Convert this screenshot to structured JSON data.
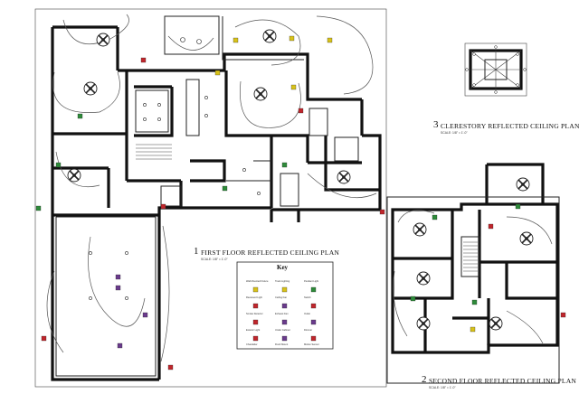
{
  "titles": {
    "first_floor": {
      "number": "1",
      "text": "FIRST FLOOR REFLECTED CEILING PLAN",
      "scale": "SCALE: 1/8\" = 1'-0\""
    },
    "second_floor": {
      "number": "2",
      "text": "SECOND FLOOR REFLECTED CEILING PLAN",
      "scale": "SCALE: 1/8\" = 1'-0\""
    },
    "clerestory": {
      "number": "3",
      "text": "CLERESTORY REFLECTED CEILING PLAN",
      "scale": "SCALE: 1/8\" = 1'-0\""
    }
  },
  "key": {
    "title": "Key",
    "entries": [
      "Wall Mounted Fixture",
      "Track Lighting",
      "Pendant Light",
      "Recessed Light",
      "Ceiling Fan",
      "Switch",
      "Smoke Detector",
      "Exhaust Fan",
      "Outlet",
      "Exterior Light",
      "Under Cabinet",
      "Dimmer",
      "Chandelier",
      "Flush Mount",
      "Motion Sensor"
    ]
  },
  "colors": {
    "green": "#2e8b3a",
    "yellow": "#d8c21a",
    "red": "#c0262c",
    "purple": "#6a3b8c",
    "line": "#111111"
  }
}
